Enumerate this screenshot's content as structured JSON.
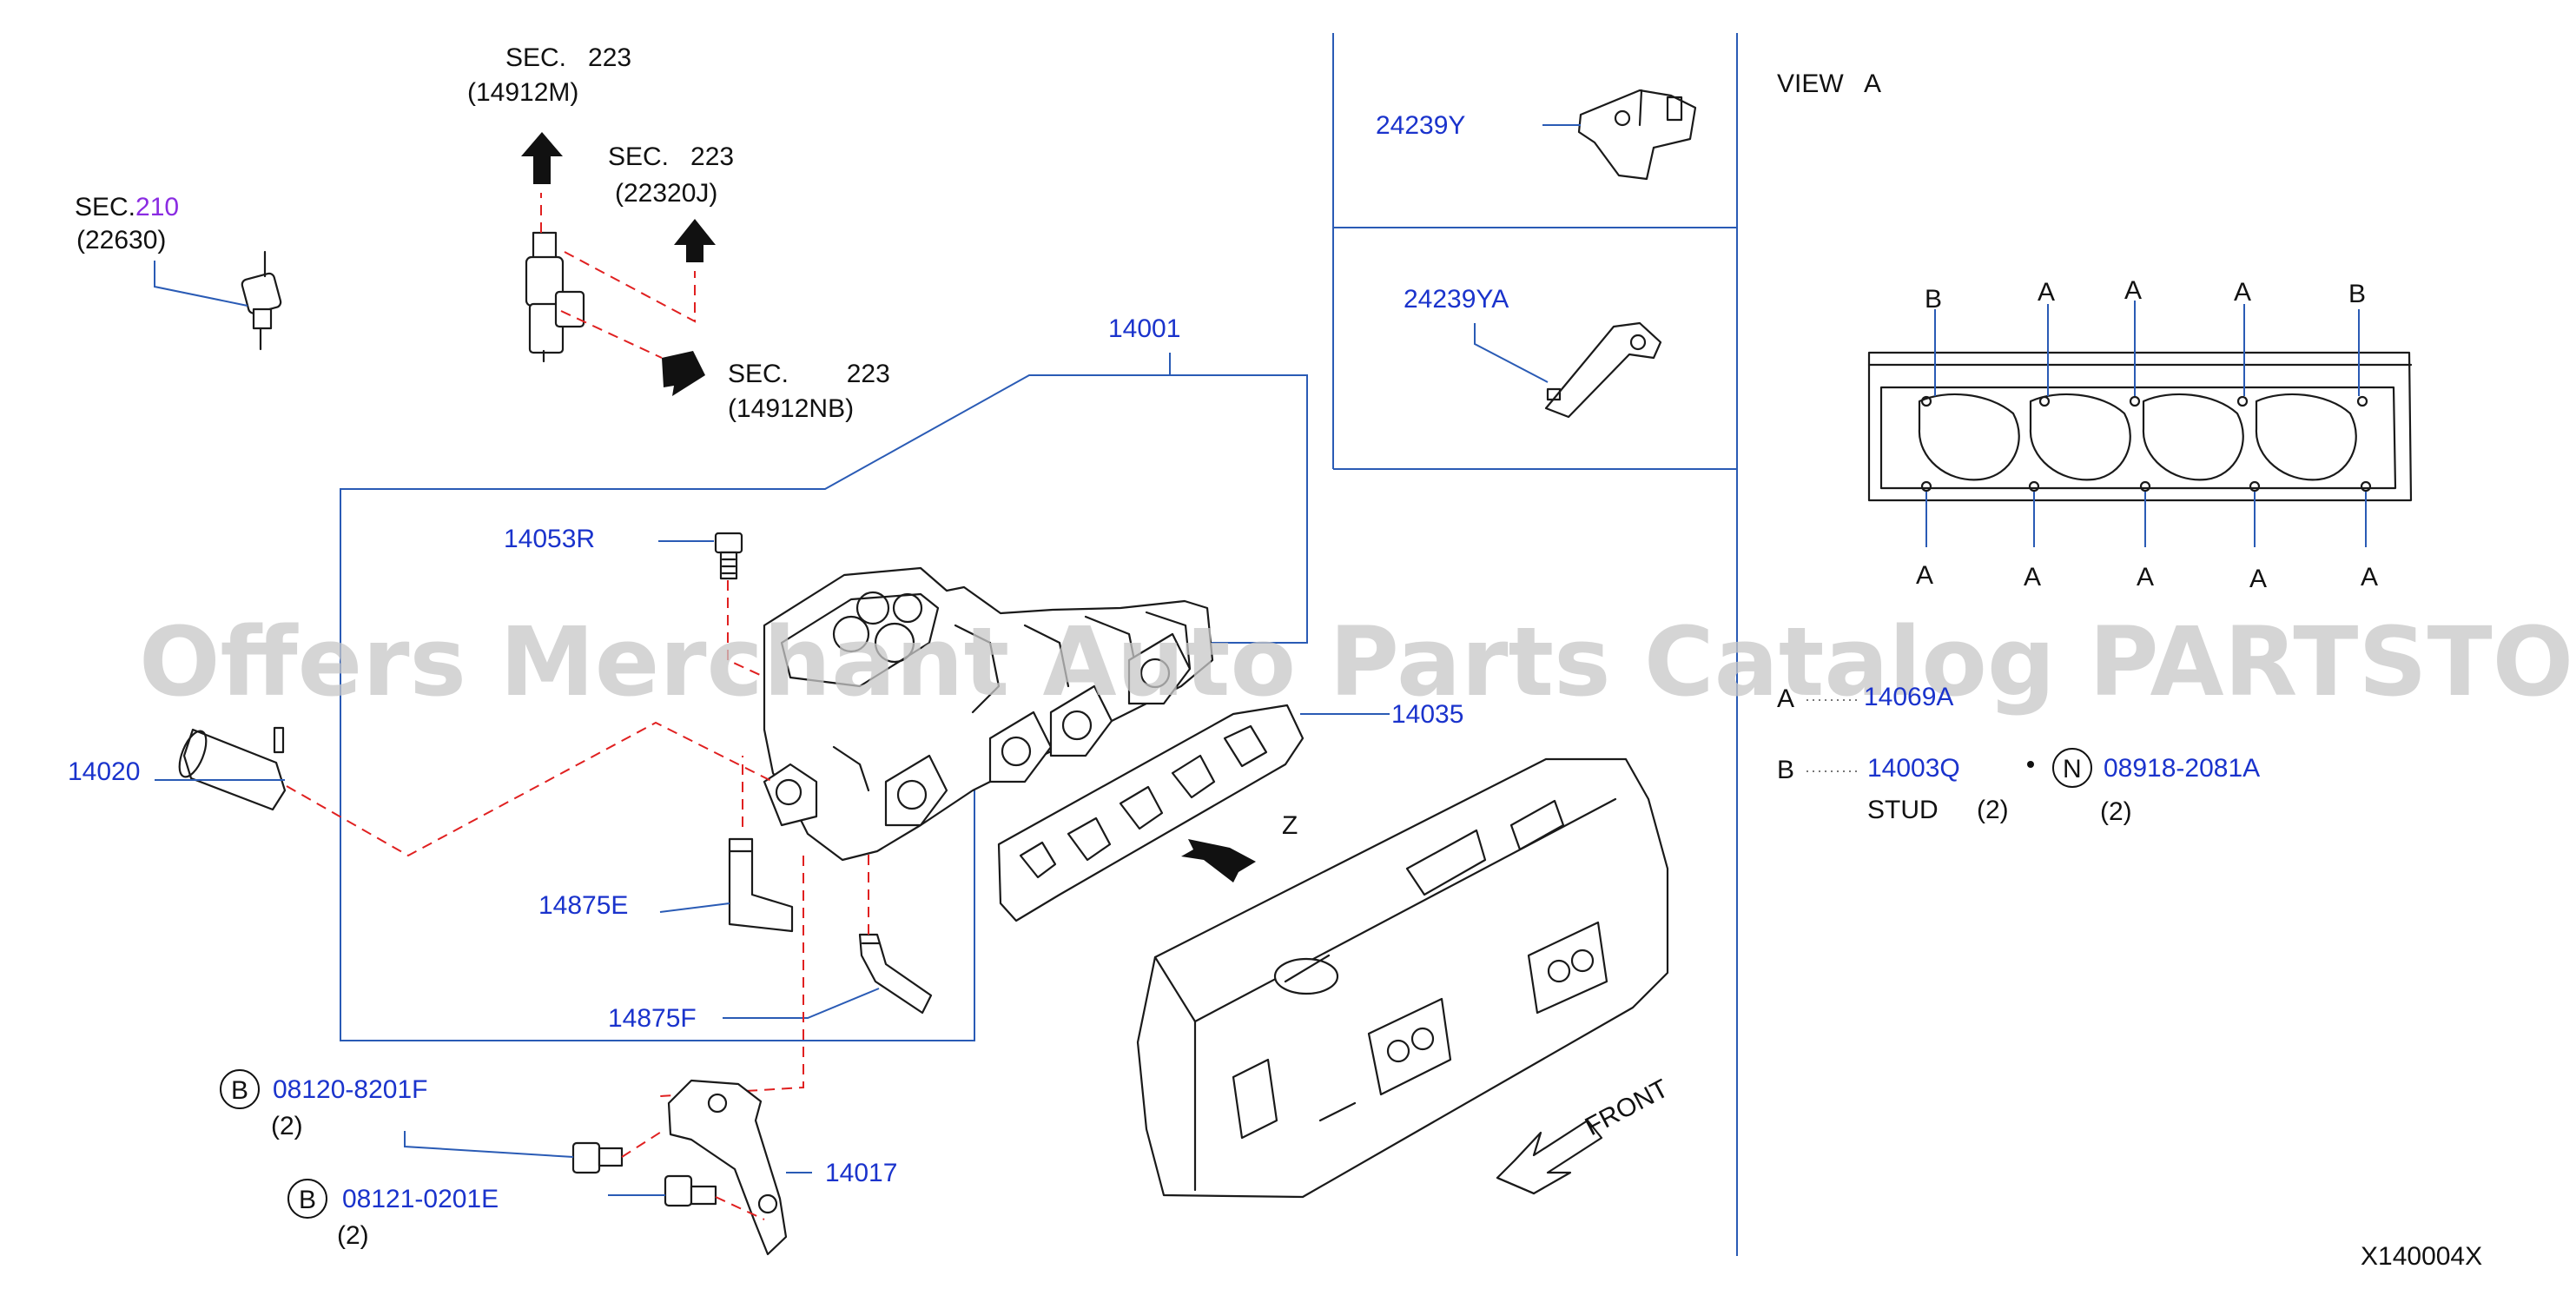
{
  "sec_210": {
    "prefix": "SEC.",
    "number": "210",
    "part": "(22630)"
  },
  "sec_223_m": {
    "line1": "SEC.   223",
    "line2": "(14912M)"
  },
  "sec_223_j": {
    "line1": "SEC.   223",
    "line2": "(22320J)"
  },
  "sec_223_nb": {
    "line1": "SEC.        223",
    "line2": "(14912NB)"
  },
  "parts": {
    "p14001": "14001",
    "p14053R": "14053R",
    "p14020": "14020",
    "p14035": "14035",
    "p14875E": "14875E",
    "p14875F": "14875F",
    "p14017": "14017",
    "p24239Y": "24239Y",
    "p24239YA": "24239YA"
  },
  "bolts": [
    {
      "marker": "B",
      "part": "08120-8201F",
      "qty": "(2)"
    },
    {
      "marker": "B",
      "part": "08121-0201E",
      "qty": "(2)"
    }
  ],
  "view": {
    "title": "VIEW   A",
    "top_labels": [
      "B",
      "A",
      "A",
      "A",
      "B"
    ],
    "bottom_labels": [
      "A",
      "A",
      "A",
      "A",
      "A"
    ]
  },
  "legend": {
    "a_marker": "A",
    "a_part": "14069A",
    "b_marker": "B",
    "b_part": "14003Q",
    "stud": "STUD",
    "stud_qty": "(2)",
    "n_marker": "N",
    "n_part": "08918-2081A",
    "n_qty": "(2)"
  },
  "arrows": {
    "z": "Z",
    "front": "FRONT"
  },
  "watermark": "Offers Merchant Auto Parts Catalog PARTSTORE.SA",
  "diagram_code": "X140004X",
  "colors": {
    "part_number": "#1a33cc",
    "leader": "#2a5bb5",
    "dashed": "#e02020",
    "sec_number": "#8a2be2"
  }
}
